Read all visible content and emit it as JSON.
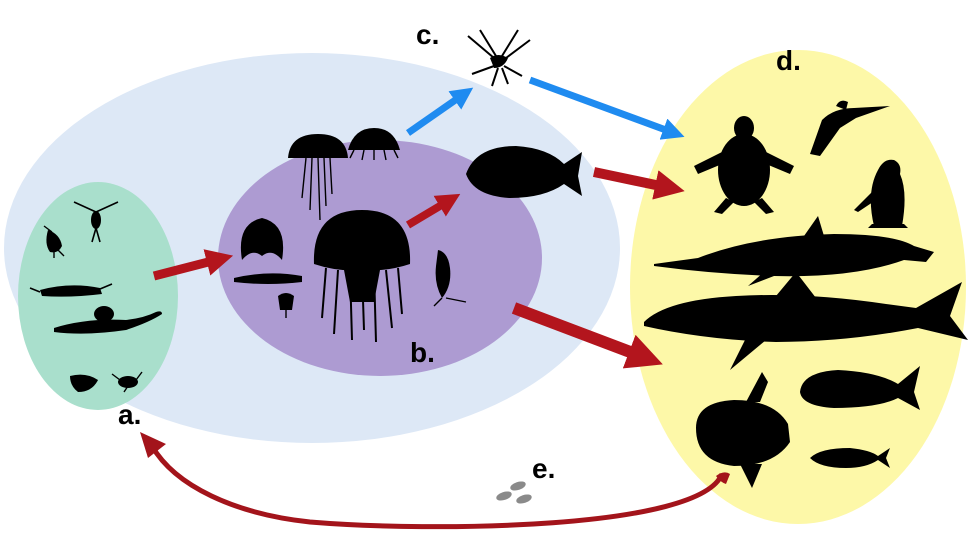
{
  "labels": {
    "a": "a.",
    "b": "b.",
    "c": "c.",
    "d": "d.",
    "e": "e."
  },
  "colors": {
    "outer_region": "#dde8f6",
    "region_a": "#a9dfcc",
    "region_b": "#ad9bd2",
    "region_d": "#fdf8a8",
    "arrow_red": "#b3151d",
    "arrow_blue": "#1f8bf0",
    "return_arrow": "#a3141b",
    "egg": "#8a8a8a",
    "silhouette": "#000000"
  }
}
